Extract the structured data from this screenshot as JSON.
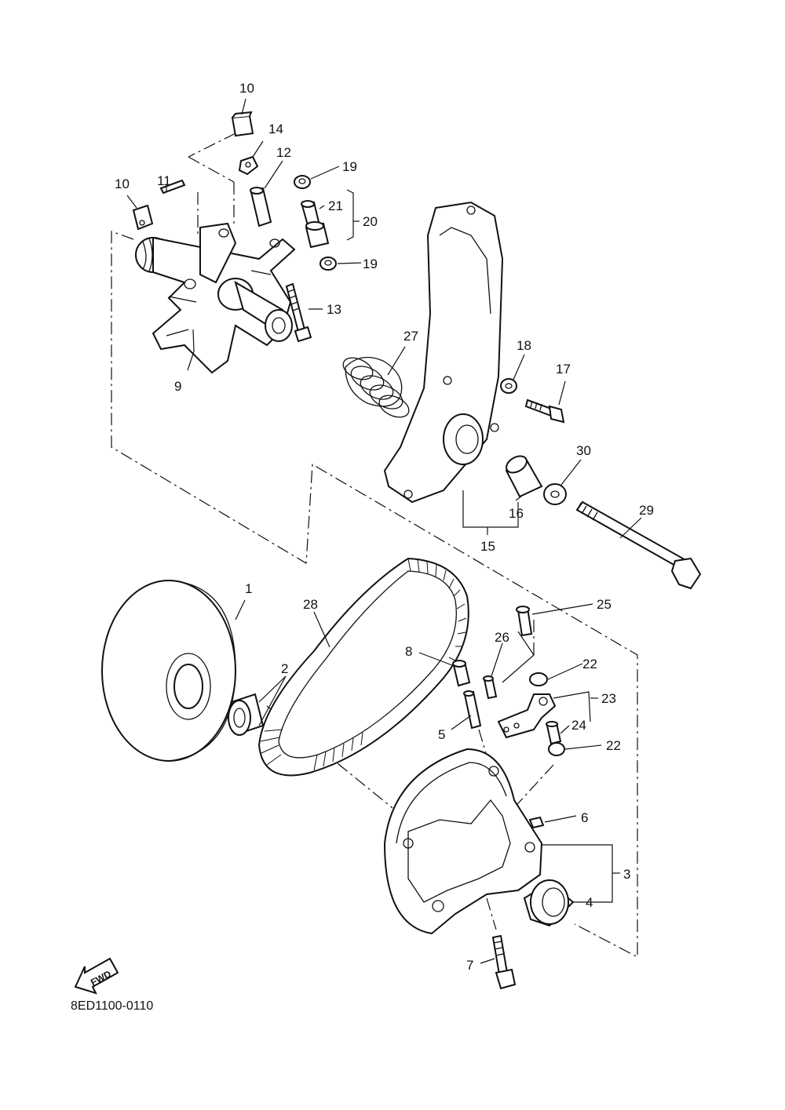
{
  "diagram_code": "8ED1100-0110",
  "fwd_label": "FWD",
  "callouts": {
    "p1": "1",
    "p2": "2",
    "p3": "3",
    "p4": "4",
    "p5": "5",
    "p6": "6",
    "p7": "7",
    "p8": "8",
    "p9": "9",
    "p10a": "10",
    "p10b": "10",
    "p11": "11",
    "p12": "12",
    "p13": "13",
    "p14": "14",
    "p15": "15",
    "p16": "16",
    "p17": "17",
    "p18": "18",
    "p19a": "19",
    "p19b": "19",
    "p20": "20",
    "p21": "21",
    "p22a": "22",
    "p22b": "22",
    "p23": "23",
    "p24": "24",
    "p25": "25",
    "p26": "26",
    "p27": "27",
    "p28": "28",
    "p29": "29",
    "p30": "30"
  }
}
